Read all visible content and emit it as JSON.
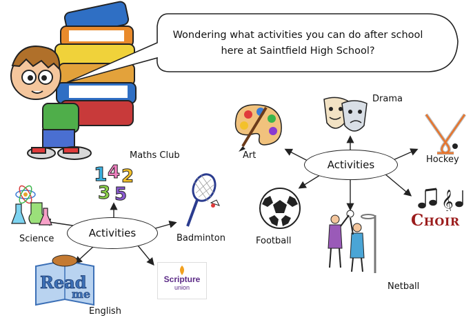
{
  "speech_bubble": {
    "line1": "Wondering what activities you can do after school",
    "line2": "here at Saintfield High School?"
  },
  "left_map": {
    "hub": "Activities",
    "nodes": {
      "maths_club": "Maths Club",
      "science": "Science",
      "badminton": "Badminton",
      "english": "English"
    },
    "scripture_union_logo": {
      "line1": "Scripture",
      "line2": "union"
    },
    "read_me_book": {
      "word1": "Read",
      "word2": "me"
    }
  },
  "right_map": {
    "hub": "Activities",
    "nodes": {
      "drama": "Drama",
      "art": "Art",
      "hockey": "Hockey",
      "football": "Football",
      "netball": "Netball"
    },
    "choir_logo": "Choir"
  },
  "colors": {
    "line": "#222222",
    "choir_red": "#9b1c1c",
    "scripture_purple": "#5b2a86",
    "book_blue": "#3b6fb6"
  }
}
